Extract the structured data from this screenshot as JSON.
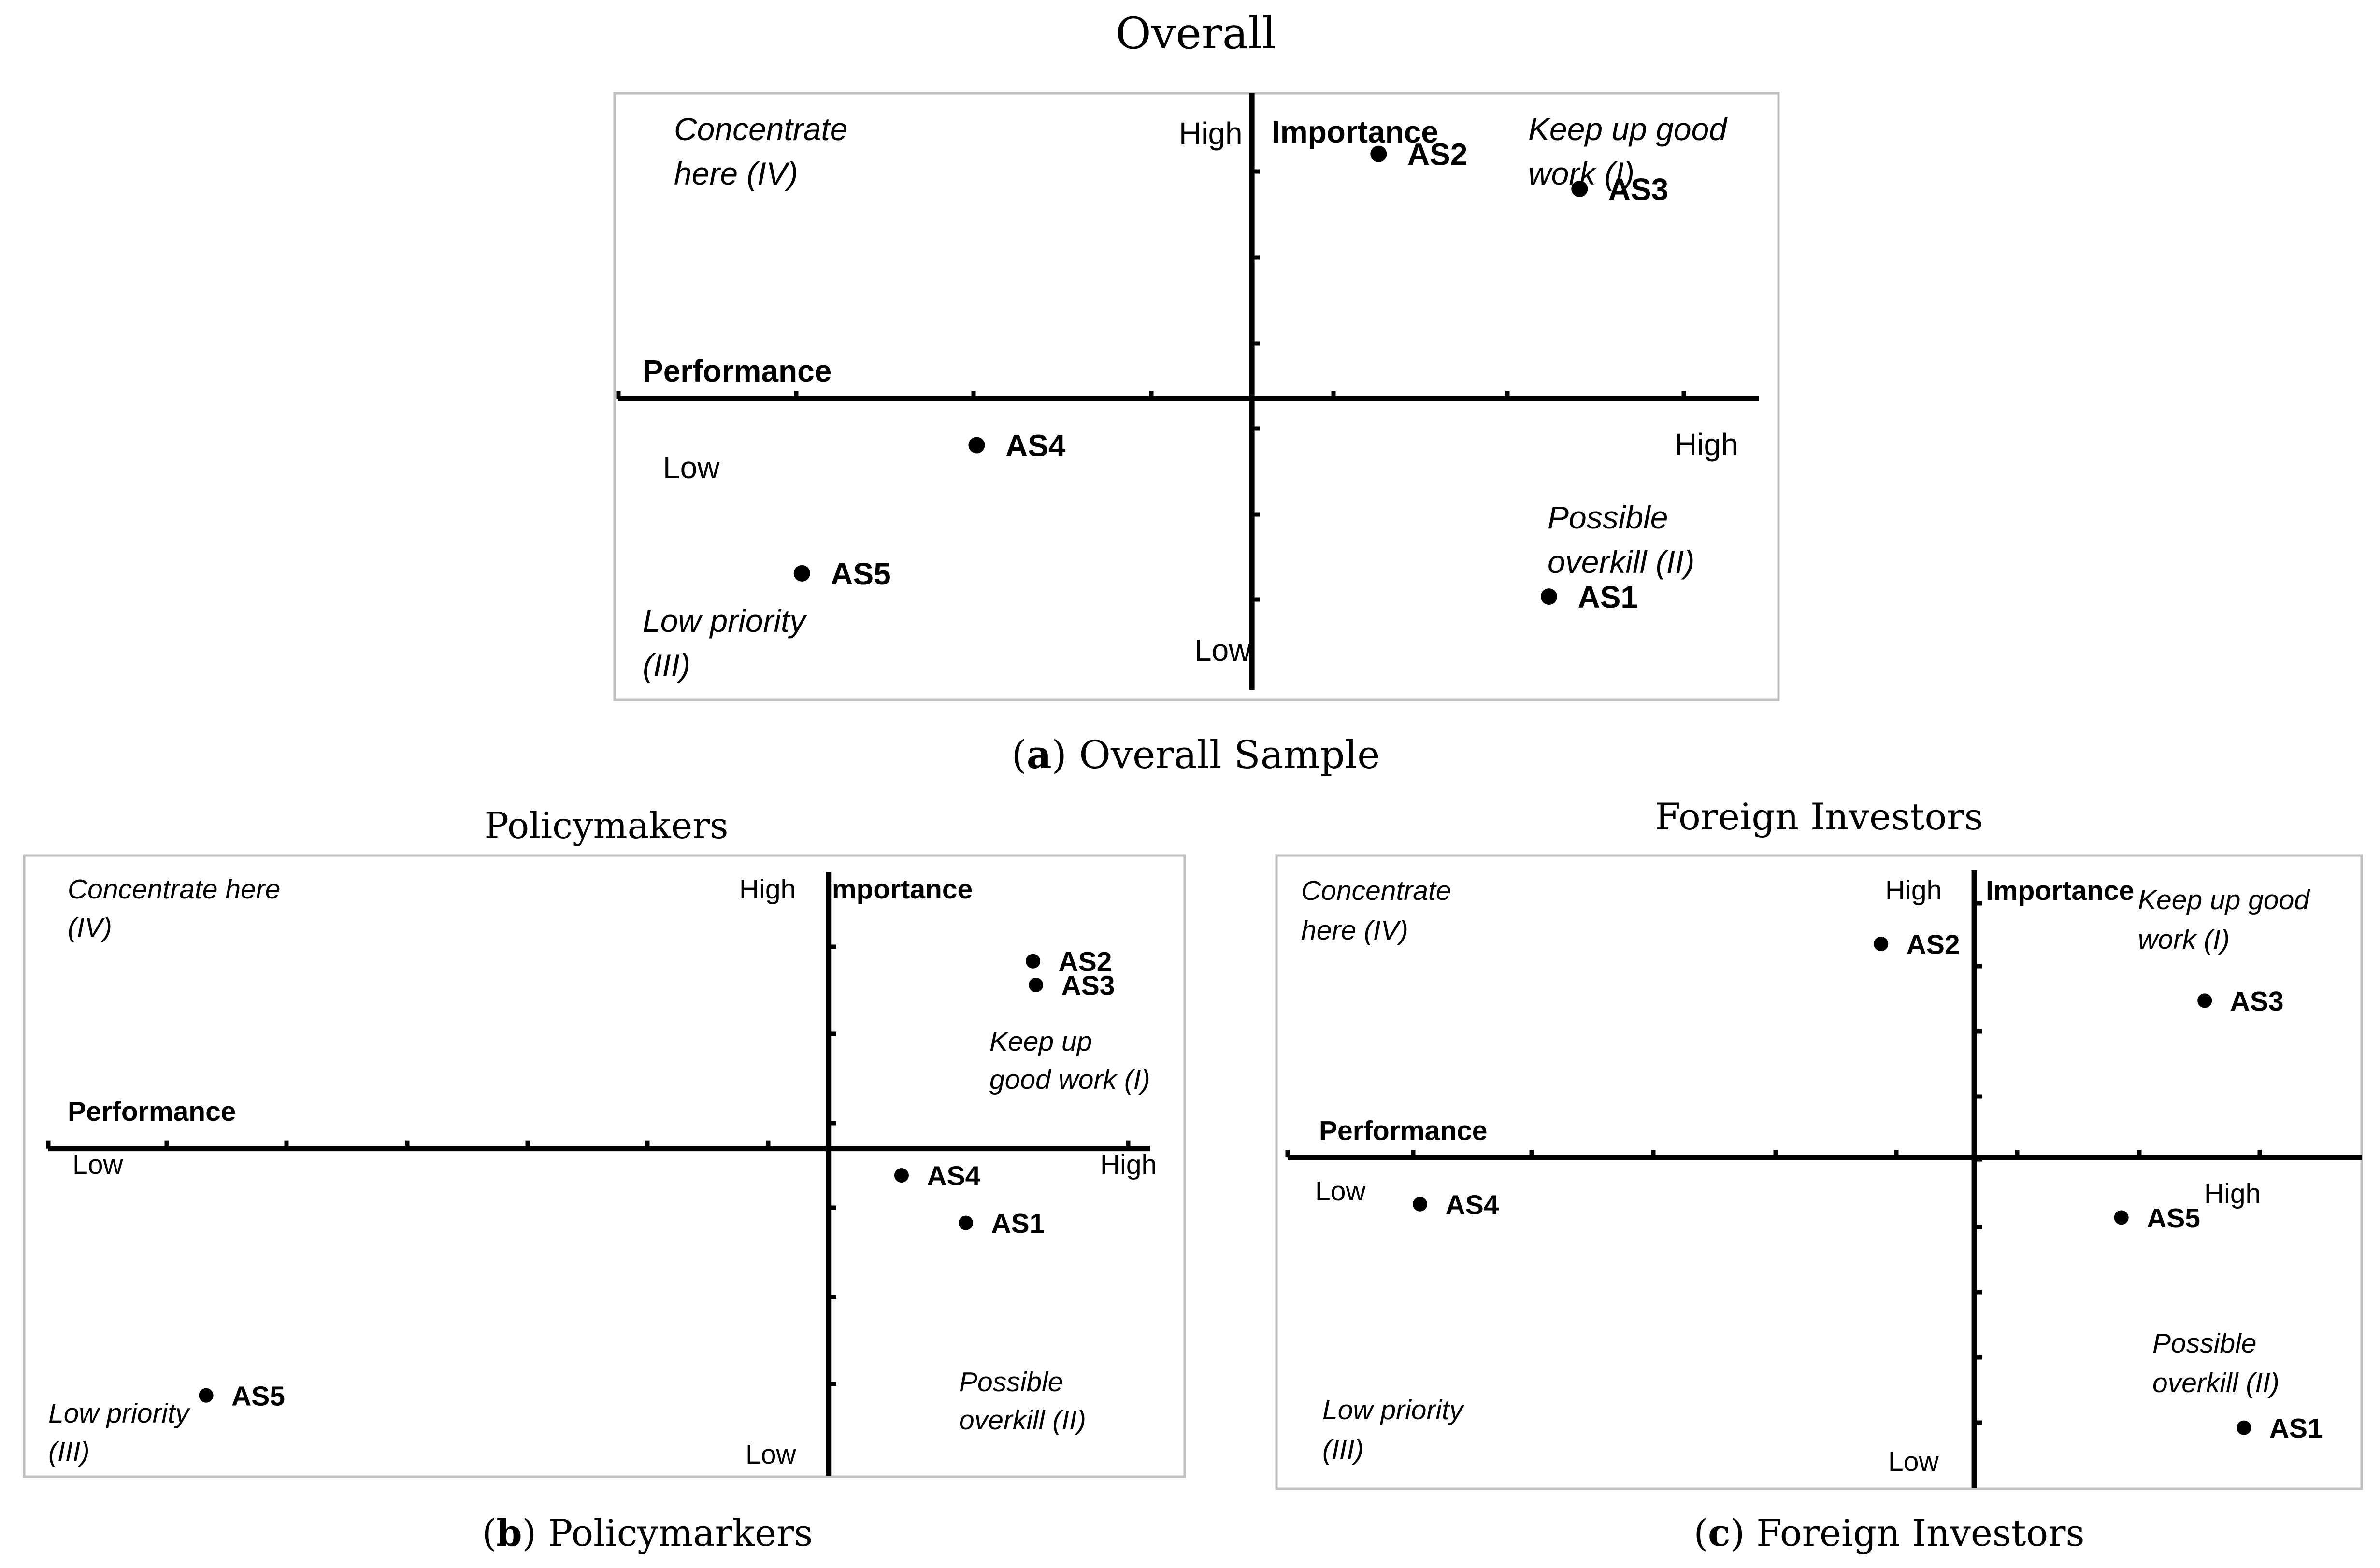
{
  "chart_data": [
    {
      "type": "scatter",
      "title": "Overall",
      "caption_letter": "a",
      "caption_text": "Overall Sample",
      "xlabel": "Performance",
      "ylabel": "Importance",
      "x_low": "Low",
      "x_high": "High",
      "y_low": "Low",
      "y_high": "High",
      "quadrants": {
        "I": [
          "Keep up good",
          "work (I)"
        ],
        "II": [
          "Possible",
          "overkill (II)"
        ],
        "III": [
          "Low priority",
          "(III)"
        ],
        "IV": [
          "Concentrate",
          "here (IV)"
        ]
      },
      "points": [
        {
          "label": "AS1",
          "x": 0.68,
          "y": -0.68
        },
        {
          "label": "AS2",
          "x": 0.29,
          "y": 0.84
        },
        {
          "label": "AS3",
          "x": 0.75,
          "y": 0.72
        },
        {
          "label": "AS4",
          "x": -0.63,
          "y": -0.16
        },
        {
          "label": "AS5",
          "x": -1.03,
          "y": -0.6
        }
      ],
      "xlim": [
        -1.45,
        1.16
      ],
      "ylim": [
        -1.0,
        1.05
      ],
      "grid": false
    },
    {
      "type": "scatter",
      "title": "Policymakers",
      "caption_letter": "b",
      "caption_text": "Policymarkers",
      "xlabel": "Performance",
      "ylabel": "Importance",
      "x_low": "Low",
      "x_high": "High",
      "y_low": "Low",
      "y_high": "High",
      "quadrants": {
        "I": [
          "Keep up",
          "good work (I)"
        ],
        "II": [
          "Possible",
          "overkill (II)"
        ],
        "III": [
          "Low priority",
          "(III)"
        ],
        "IV": [
          "Concentrate here",
          "(IV)"
        ]
      },
      "points": [
        {
          "label": "AS1",
          "x": 0.47,
          "y": -0.25
        },
        {
          "label": "AS2",
          "x": 0.7,
          "y": 0.63
        },
        {
          "label": "AS3",
          "x": 0.71,
          "y": 0.55
        },
        {
          "label": "AS4",
          "x": 0.25,
          "y": -0.09
        },
        {
          "label": "AS5",
          "x": -2.13,
          "y": -0.83
        }
      ],
      "xlim": [
        -2.67,
        1.1
      ],
      "ylim": [
        -1.1,
        0.93
      ],
      "grid": false
    },
    {
      "type": "scatter",
      "title": "Foreign Investors",
      "caption_letter": "c",
      "caption_text": "Foreign Investors",
      "xlabel": "Performance",
      "ylabel": "Importance",
      "x_low": "Low",
      "x_high": "High",
      "y_low": "Low",
      "y_high": "High",
      "quadrants": {
        "I": [
          "Keep up good",
          "work (I)"
        ],
        "II": [
          "Possible",
          "overkill (II)"
        ],
        "III": [
          "Low priority",
          "(III)"
        ],
        "IV": [
          "Concentrate",
          "here (IV)"
        ]
      },
      "points": [
        {
          "label": "AS1",
          "x": 0.55,
          "y": -0.81
        },
        {
          "label": "AS2",
          "x": -0.19,
          "y": 0.64
        },
        {
          "label": "AS3",
          "x": 0.47,
          "y": 0.47
        },
        {
          "label": "AS4",
          "x": -1.13,
          "y": -0.14
        },
        {
          "label": "AS5",
          "x": 0.3,
          "y": -0.18
        }
      ],
      "xlim": [
        -1.4,
        0.79
      ],
      "ylim": [
        -0.99,
        0.86
      ],
      "grid": false
    }
  ]
}
